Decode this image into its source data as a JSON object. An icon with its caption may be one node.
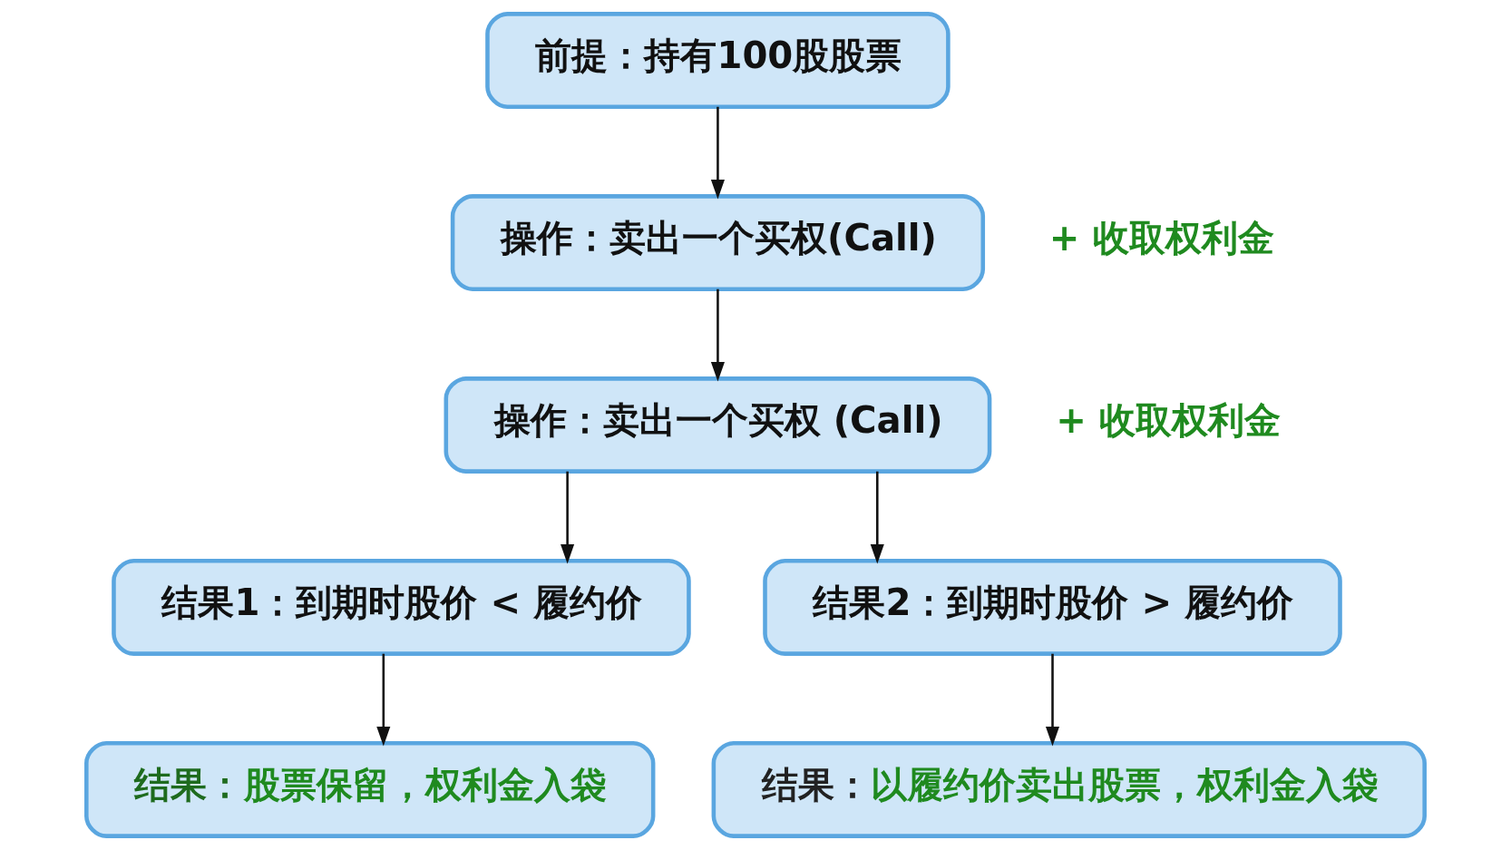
{
  "diagram": {
    "nodes": [
      {
        "text": [
          "前提：持有100股股票"
        ]
      },
      {
        "text": [
          "操作：卖出一个买权(Call)"
        ],
        "beside": [
          "+ 收取权利金"
        ]
      },
      {
        "text": [
          "操作：卖出一个买权 (Call)"
        ],
        "beside": [
          "+ 收取权利金"
        ]
      },
      {
        "text": [
          "结果1：到期时股价 < 履约价"
        ]
      },
      {
        "text": [
          "结果2：到期时股价 > 履约价"
        ]
      },
      {
        "text": [
          "结果：",
          "股票保留，权利金入袋"
        ]
      },
      {
        "text": [
          "结果：",
          "以履约价卖出股票，权利金入袋"
        ]
      }
    ],
    "edges": [
      {
        "from": 0,
        "to": 1,
        "arrow": "to"
      },
      {
        "from": 1,
        "to": 2,
        "arrow": "to"
      },
      {
        "from": 2,
        "to": 3,
        "arrow": "to"
      },
      {
        "from": 2,
        "to": 4,
        "arrow": "to"
      },
      {
        "from": 3,
        "to": 5,
        "arrow": "to"
      },
      {
        "from": 4,
        "to": 6,
        "arrow": "to"
      }
    ]
  }
}
